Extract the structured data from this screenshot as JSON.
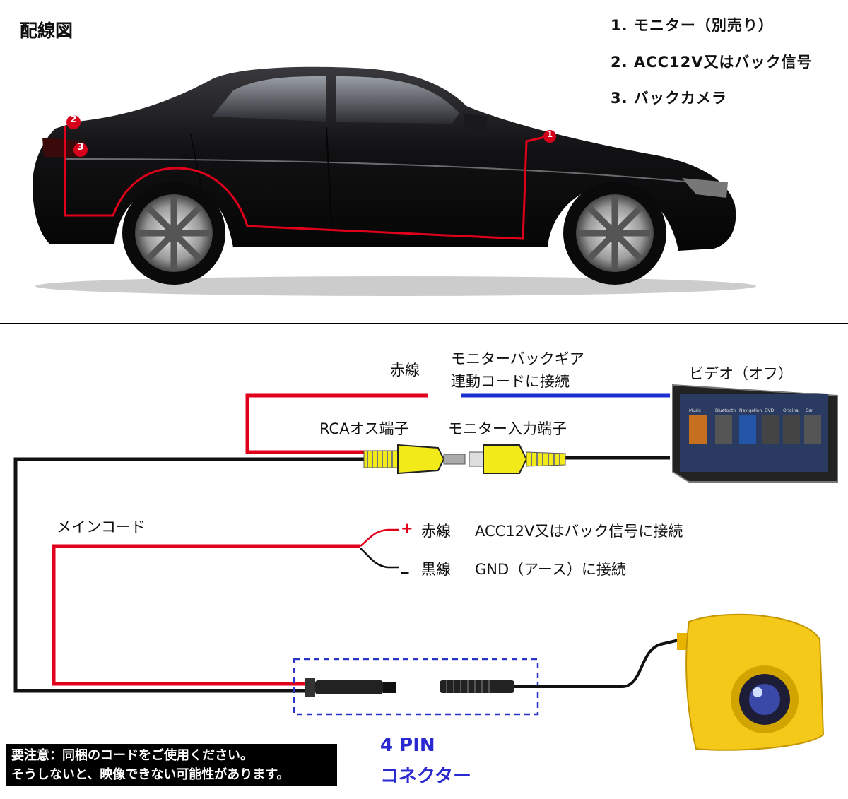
{
  "title": "配線図",
  "legend": [
    "1. モニター（別売り）",
    "2. ACC12V又はバック信号",
    "3. バックカメラ"
  ],
  "markers": [
    "1",
    "2",
    "3"
  ],
  "labels": {
    "red_wire_top": "赤線",
    "blue_wire_1": "モニターバックギア",
    "blue_wire_2": "連動コードに接続",
    "video_off": "ビデオ（オフ）",
    "rca_male": "RCAオス端子",
    "monitor_input": "モニター入力端子",
    "main_cord": "メインコード",
    "plus_sign": "+",
    "minus_sign": "_",
    "red_wire": "赤線",
    "acc_connect": "ACC12V又はバック信号に接続",
    "black_wire": "黒線",
    "gnd_connect": "GND（アース）に接続"
  },
  "monitor_apps": [
    "Music",
    "Bluetooth",
    "Navigation",
    "DVD",
    "Original",
    "Car"
  ],
  "connector": {
    "line1": "4 PIN",
    "line2": "コネクター"
  },
  "note": {
    "line1": "要注意：同梱のコードをご使用ください。",
    "line2": "そうしないと、映像できない可能性があります。"
  },
  "colors": {
    "red_wire": "#e0001b",
    "blue_wire": "#1a2fd0",
    "black_wire": "#111111",
    "plug_yellow": "#f3ea1a",
    "connector_box": "#2a35c8",
    "camera_yellow": "#f5c91a"
  }
}
